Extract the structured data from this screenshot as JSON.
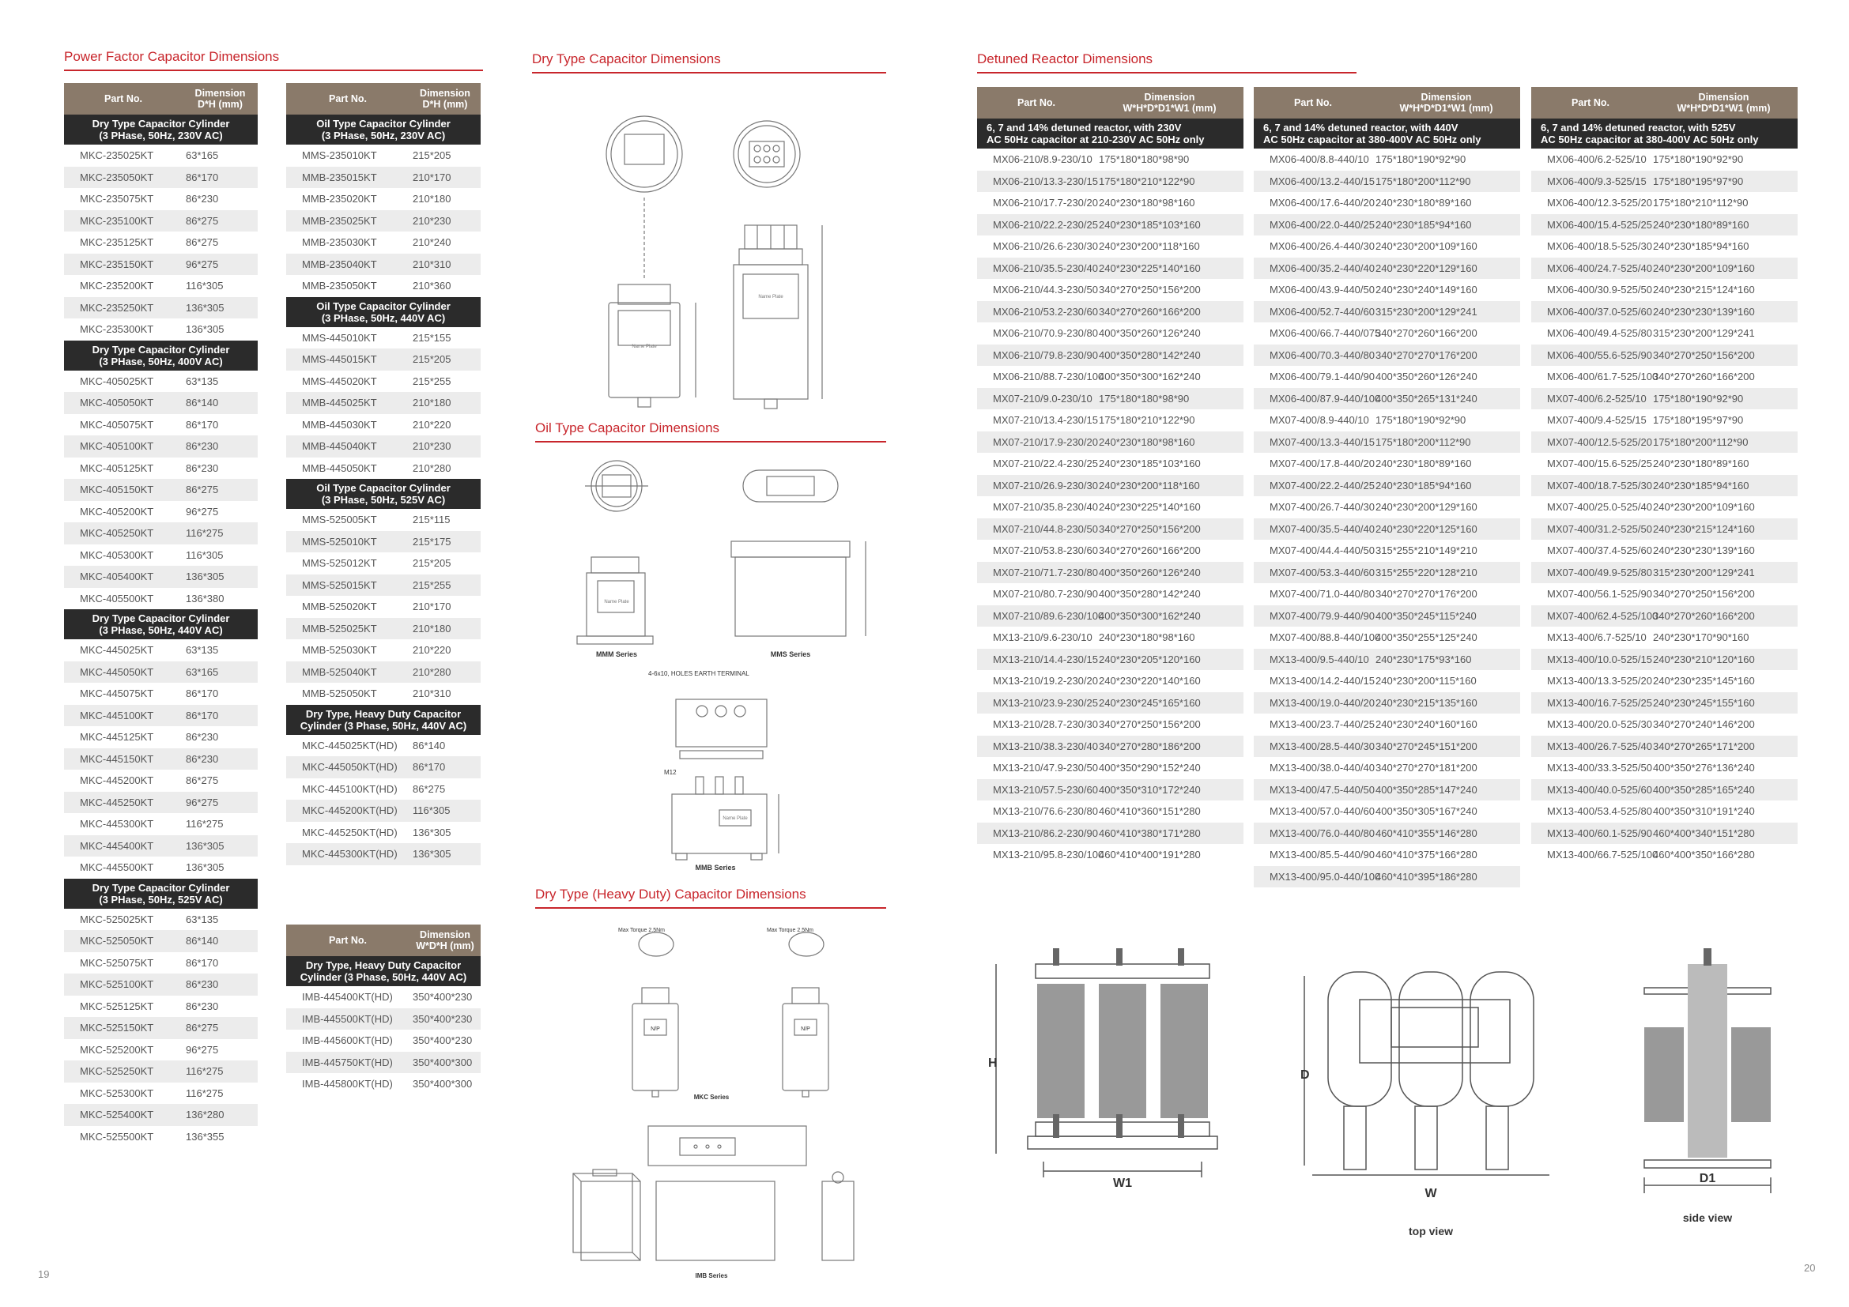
{
  "page_left": "19",
  "page_right": "20",
  "titles": {
    "pfc": "Power Factor Capacitor Dimensions",
    "dry": "Dry Type Capacitor Dimensions",
    "oil": "Oil Type Capacitor Dimensions",
    "heavy": "Dry Type (Heavy Duty) Capacitor Dimensions",
    "reactor": "Detuned Reactor Dimensions"
  },
  "headers": {
    "part_no": "Part No.",
    "dim_dh": "Dimension\nD*H (mm)",
    "dim_wdh": "Dimension\nW*D*H (mm)",
    "dim_reactor": "Dimension\nW*H*D*D1*W1 (mm)"
  },
  "table1": [
    {
      "group": "Dry Type Capacitor Cylinder\n(3 PHase, 50Hz, 230V AC)",
      "rows": [
        [
          "MKC-235025KT",
          "63*165"
        ],
        [
          "MKC-235050KT",
          "86*170"
        ],
        [
          "MKC-235075KT",
          "86*230"
        ],
        [
          "MKC-235100KT",
          "86*275"
        ],
        [
          "MKC-235125KT",
          "86*275"
        ],
        [
          "MKC-235150KT",
          "96*275"
        ],
        [
          "MKC-235200KT",
          "116*305"
        ],
        [
          "MKC-235250KT",
          "136*305"
        ],
        [
          "MKC-235300KT",
          "136*305"
        ]
      ]
    },
    {
      "group": "Dry Type Capacitor Cylinder\n(3 PHase, 50Hz, 400V AC)",
      "rows": [
        [
          "MKC-405025KT",
          "63*135"
        ],
        [
          "MKC-405050KT",
          "86*140"
        ],
        [
          "MKC-405075KT",
          "86*170"
        ],
        [
          "MKC-405100KT",
          "86*230"
        ],
        [
          "MKC-405125KT",
          "86*230"
        ],
        [
          "MKC-405150KT",
          "86*275"
        ],
        [
          "MKC-405200KT",
          "96*275"
        ],
        [
          "MKC-405250KT",
          "116*275"
        ],
        [
          "MKC-405300KT",
          "116*305"
        ],
        [
          "MKC-405400KT",
          "136*305"
        ],
        [
          "MKC-405500KT",
          "136*380"
        ]
      ]
    },
    {
      "group": "Dry Type Capacitor Cylinder\n(3 PHase, 50Hz, 440V AC)",
      "rows": [
        [
          "MKC-445025KT",
          "63*135"
        ],
        [
          "MKC-445050KT",
          "63*165"
        ],
        [
          "MKC-445075KT",
          "86*170"
        ],
        [
          "MKC-445100KT",
          "86*170"
        ],
        [
          "MKC-445125KT",
          "86*230"
        ],
        [
          "MKC-445150KT",
          "86*230"
        ],
        [
          "MKC-445200KT",
          "86*275"
        ],
        [
          "MKC-445250KT",
          "96*275"
        ],
        [
          "MKC-445300KT",
          "116*275"
        ],
        [
          "MKC-445400KT",
          "136*305"
        ],
        [
          "MKC-445500KT",
          "136*305"
        ]
      ]
    },
    {
      "group": "Dry Type Capacitor Cylinder\n(3 PHase, 50Hz, 525V AC)",
      "rows": [
        [
          "MKC-525025KT",
          "63*135"
        ],
        [
          "MKC-525050KT",
          "86*140"
        ],
        [
          "MKC-525075KT",
          "86*170"
        ],
        [
          "MKC-525100KT",
          "86*230"
        ],
        [
          "MKC-525125KT",
          "86*230"
        ],
        [
          "MKC-525150KT",
          "86*275"
        ],
        [
          "MKC-525200KT",
          "96*275"
        ],
        [
          "MKC-525250KT",
          "116*275"
        ],
        [
          "MKC-525300KT",
          "116*275"
        ],
        [
          "MKC-525400KT",
          "136*280"
        ],
        [
          "MKC-525500KT",
          "136*355"
        ]
      ]
    }
  ],
  "table2": [
    {
      "group": "Oil Type Capacitor Cylinder\n(3 PHase, 50Hz, 230V AC)",
      "rows": [
        [
          "MMS-235010KT",
          "215*205"
        ],
        [
          "MMB-235015KT",
          "210*170"
        ],
        [
          "MMB-235020KT",
          "210*180"
        ],
        [
          "MMB-235025KT",
          "210*230"
        ],
        [
          "MMB-235030KT",
          "210*240"
        ],
        [
          "MMB-235040KT",
          "210*310"
        ],
        [
          "MMB-235050KT",
          "210*360"
        ]
      ]
    },
    {
      "group": "Oil Type Capacitor Cylinder\n(3 PHase, 50Hz, 440V AC)",
      "rows": [
        [
          "MMS-445010KT",
          "215*155"
        ],
        [
          "MMS-445015KT",
          "215*205"
        ],
        [
          "MMS-445020KT",
          "215*255"
        ],
        [
          "MMB-445025KT",
          "210*180"
        ],
        [
          "MMB-445030KT",
          "210*220"
        ],
        [
          "MMB-445040KT",
          "210*230"
        ],
        [
          "MMB-445050KT",
          "210*280"
        ]
      ]
    },
    {
      "group": "Oil Type Capacitor Cylinder\n(3 PHase, 50Hz, 525V AC)",
      "rows": [
        [
          "MMS-525005KT",
          "215*115"
        ],
        [
          "MMS-525010KT",
          "215*175"
        ],
        [
          "MMS-525012KT",
          "215*205"
        ],
        [
          "MMS-525015KT",
          "215*255"
        ],
        [
          "MMB-525020KT",
          "210*170"
        ],
        [
          "MMB-525025KT",
          "210*180"
        ],
        [
          "MMB-525030KT",
          "210*220"
        ],
        [
          "MMB-525040KT",
          "210*280"
        ],
        [
          "MMB-525050KT",
          "210*310"
        ]
      ]
    },
    {
      "group": "Dry Type, Heavy Duty Capacitor\nCylinder (3 Phase, 50Hz, 440V AC)",
      "rows": [
        [
          "MKC-445025KT(HD)",
          "86*140"
        ],
        [
          "MKC-445050KT(HD)",
          "86*170"
        ],
        [
          "MKC-445100KT(HD)",
          "86*275"
        ],
        [
          "MKC-445200KT(HD)",
          "116*305"
        ],
        [
          "MKC-445250KT(HD)",
          "136*305"
        ],
        [
          "MKC-445300KT(HD)",
          "136*305"
        ]
      ]
    }
  ],
  "table3": [
    {
      "group": "Dry Type, Heavy Duty Capacitor\nCylinder (3 Phase, 50Hz, 440V AC)",
      "rows": [
        [
          "IMB-445400KT(HD)",
          "350*400*230"
        ],
        [
          "IMB-445500KT(HD)",
          "350*400*230"
        ],
        [
          "IMB-445600KT(HD)",
          "350*400*230"
        ],
        [
          "IMB-445750KT(HD)",
          "350*400*300"
        ],
        [
          "IMB-445800KT(HD)",
          "350*400*300"
        ]
      ]
    }
  ],
  "reactor1": [
    {
      "group": "6, 7 and 14% detuned reactor, with 230V\nAC 50Hz capacitor at 210-230V AC 50Hz only",
      "rows": [
        [
          "MX06-210/8.9-230/10",
          "175*180*180*98*90"
        ],
        [
          "MX06-210/13.3-230/15",
          "175*180*210*122*90"
        ],
        [
          "MX06-210/17.7-230/20",
          "240*230*180*98*160"
        ],
        [
          "MX06-210/22.2-230/25",
          "240*230*185*103*160"
        ],
        [
          "MX06-210/26.6-230/30",
          "240*230*200*118*160"
        ],
        [
          "MX06-210/35.5-230/40",
          "240*230*225*140*160"
        ],
        [
          "MX06-210/44.3-230/50",
          "340*270*250*156*200"
        ],
        [
          "MX06-210/53.2-230/60",
          "340*270*260*166*200"
        ],
        [
          "MX06-210/70.9-230/80",
          "400*350*260*126*240"
        ],
        [
          "MX06-210/79.8-230/90",
          "400*350*280*142*240"
        ],
        [
          "MX06-210/88.7-230/100",
          "400*350*300*162*240"
        ],
        [
          "MX07-210/9.0-230/10",
          "175*180*180*98*90"
        ],
        [
          "MX07-210/13.4-230/15",
          "175*180*210*122*90"
        ],
        [
          "MX07-210/17.9-230/20",
          "240*230*180*98*160"
        ],
        [
          "MX07-210/22.4-230/25",
          "240*230*185*103*160"
        ],
        [
          "MX07-210/26.9-230/30",
          "240*230*200*118*160"
        ],
        [
          "MX07-210/35.8-230/40",
          "240*230*225*140*160"
        ],
        [
          "MX07-210/44.8-230/50",
          "340*270*250*156*200"
        ],
        [
          "MX07-210/53.8-230/60",
          "340*270*260*166*200"
        ],
        [
          "MX07-210/71.7-230/80",
          "400*350*260*126*240"
        ],
        [
          "MX07-210/80.7-230/90",
          "400*350*280*142*240"
        ],
        [
          "MX07-210/89.6-230/100",
          "400*350*300*162*240"
        ],
        [
          "MX13-210/9.6-230/10",
          "240*230*180*98*160"
        ],
        [
          "MX13-210/14.4-230/15",
          "240*230*205*120*160"
        ],
        [
          "MX13-210/19.2-230/20",
          "240*230*220*140*160"
        ],
        [
          "MX13-210/23.9-230/25",
          "240*230*245*165*160"
        ],
        [
          "MX13-210/28.7-230/30",
          "340*270*250*156*200"
        ],
        [
          "MX13-210/38.3-230/40",
          "340*270*280*186*200"
        ],
        [
          "MX13-210/47.9-230/50",
          "400*350*290*152*240"
        ],
        [
          "MX13-210/57.5-230/60",
          "400*350*310*172*240"
        ],
        [
          "MX13-210/76.6-230/80",
          "460*410*360*151*280"
        ],
        [
          "MX13-210/86.2-230/90",
          "460*410*380*171*280"
        ],
        [
          "MX13-210/95.8-230/100",
          "460*410*400*191*280"
        ]
      ]
    }
  ],
  "reactor2": [
    {
      "group": "6, 7 and 14% detuned reactor, with 440V\nAC 50Hz capacitor at 380-400V AC 50Hz only",
      "rows": [
        [
          "MX06-400/8.8-440/10",
          "175*180*190*92*90"
        ],
        [
          "MX06-400/13.2-440/15",
          "175*180*200*112*90"
        ],
        [
          "MX06-400/17.6-440/20",
          "240*230*180*89*160"
        ],
        [
          "MX06-400/22.0-440/25",
          "240*230*185*94*160"
        ],
        [
          "MX06-400/26.4-440/30",
          "240*230*200*109*160"
        ],
        [
          "MX06-400/35.2-440/40",
          "240*230*220*129*160"
        ],
        [
          "MX06-400/43.9-440/50",
          "240*230*240*149*160"
        ],
        [
          "MX06-400/52.7-440/60",
          "315*230*200*129*241"
        ],
        [
          "MX06-400/66.7-440/075",
          "340*270*260*166*200"
        ],
        [
          "MX06-400/70.3-440/80",
          "340*270*270*176*200"
        ],
        [
          "MX06-400/79.1-440/90",
          "400*350*260*126*240"
        ],
        [
          "MX06-400/87.9-440/100",
          "400*350*265*131*240"
        ],
        [
          "MX07-400/8.9-440/10",
          "175*180*190*92*90"
        ],
        [
          "MX07-400/13.3-440/15",
          "175*180*200*112*90"
        ],
        [
          "MX07-400/17.8-440/20",
          "240*230*180*89*160"
        ],
        [
          "MX07-400/22.2-440/25",
          "240*230*185*94*160"
        ],
        [
          "MX07-400/26.7-440/30",
          "240*230*200*129*160"
        ],
        [
          "MX07-400/35.5-440/40",
          "240*230*220*125*160"
        ],
        [
          "MX07-400/44.4-440/50",
          "315*255*210*149*210"
        ],
        [
          "MX07-400/53.3-440/60",
          "315*255*220*128*210"
        ],
        [
          "MX07-400/71.0-440/80",
          "340*270*270*176*200"
        ],
        [
          "MX07-400/79.9-440/90",
          "400*350*245*115*240"
        ],
        [
          "MX07-400/88.8-440/100",
          "400*350*255*125*240"
        ],
        [
          "MX13-400/9.5-440/10",
          "240*230*175*93*160"
        ],
        [
          "MX13-400/14.2-440/15",
          "240*230*200*115*160"
        ],
        [
          "MX13-400/19.0-440/20",
          "240*230*215*135*160"
        ],
        [
          "MX13-400/23.7-440/25",
          "240*230*240*160*160"
        ],
        [
          "MX13-400/28.5-440/30",
          "340*270*245*151*200"
        ],
        [
          "MX13-400/38.0-440/40",
          "340*270*270*181*200"
        ],
        [
          "MX13-400/47.5-440/50",
          "400*350*285*147*240"
        ],
        [
          "MX13-400/57.0-440/60",
          "400*350*305*167*240"
        ],
        [
          "MX13-400/76.0-440/80",
          "460*410*355*146*280"
        ],
        [
          "MX13-400/85.5-440/90",
          "460*410*375*166*280"
        ],
        [
          "MX13-400/95.0-440/100",
          "460*410*395*186*280"
        ]
      ]
    }
  ],
  "reactor3": [
    {
      "group": "6, 7 and 14% detuned reactor, with 525V\nAC 50Hz capacitor at 380-400V AC 50Hz only",
      "rows": [
        [
          "MX06-400/6.2-525/10",
          "175*180*190*92*90"
        ],
        [
          "MX06-400/9.3-525/15",
          "175*180*195*97*90"
        ],
        [
          "MX06-400/12.3-525/20",
          "175*180*210*112*90"
        ],
        [
          "MX06-400/15.4-525/25",
          "240*230*180*89*160"
        ],
        [
          "MX06-400/18.5-525/30",
          "240*230*185*94*160"
        ],
        [
          "MX06-400/24.7-525/40",
          "240*230*200*109*160"
        ],
        [
          "MX06-400/30.9-525/50",
          "240*230*215*124*160"
        ],
        [
          "MX06-400/37.0-525/60",
          "240*230*230*139*160"
        ],
        [
          "MX06-400/49.4-525/80",
          "315*230*200*129*241"
        ],
        [
          "MX06-400/55.6-525/90",
          "340*270*250*156*200"
        ],
        [
          "MX06-400/61.7-525/100",
          "340*270*260*166*200"
        ],
        [
          "MX07-400/6.2-525/10",
          "175*180*190*92*90"
        ],
        [
          "MX07-400/9.4-525/15",
          "175*180*195*97*90"
        ],
        [
          "MX07-400/12.5-525/20",
          "175*180*200*112*90"
        ],
        [
          "MX07-400/15.6-525/25",
          "240*230*180*89*160"
        ],
        [
          "MX07-400/18.7-525/30",
          "240*230*185*94*160"
        ],
        [
          "MX07-400/25.0-525/40",
          "240*230*200*109*160"
        ],
        [
          "MX07-400/31.2-525/50",
          "240*230*215*124*160"
        ],
        [
          "MX07-400/37.4-525/60",
          "240*230*230*139*160"
        ],
        [
          "MX07-400/49.9-525/80",
          "315*230*200*129*241"
        ],
        [
          "MX07-400/56.1-525/90",
          "340*270*250*156*200"
        ],
        [
          "MX07-400/62.4-525/100",
          "340*270*260*166*200"
        ],
        [
          "MX13-400/6.7-525/10",
          "240*230*170*90*160"
        ],
        [
          "MX13-400/10.0-525/15",
          "240*230*210*120*160"
        ],
        [
          "MX13-400/13.3-525/20",
          "240*230*235*145*160"
        ],
        [
          "MX13-400/16.7-525/25",
          "240*230*245*155*160"
        ],
        [
          "MX13-400/20.0-525/30",
          "340*270*240*146*200"
        ],
        [
          "MX13-400/26.7-525/40",
          "340*270*265*171*200"
        ],
        [
          "MX13-400/33.3-525/50",
          "400*350*276*136*240"
        ],
        [
          "MX13-400/40.0-525/60",
          "400*350*285*165*240"
        ],
        [
          "MX13-400/53.4-525/80",
          "400*350*310*191*240"
        ],
        [
          "MX13-400/60.1-525/90",
          "460*400*340*151*280"
        ],
        [
          "MX13-400/66.7-525/100",
          "460*400*350*166*280"
        ]
      ]
    }
  ],
  "drawing_labels": {
    "mmm_series": "MMM Series",
    "mms_series": "MMS Series",
    "mmb_series": "MMB Series",
    "mkc_series": "MKC Series",
    "imb_series": "IMB Series",
    "name_plate": "Name Plate",
    "np": "N/P",
    "earth_terminal": "4-6x10, HOLES EARTH TERMINAL",
    "max_torque": "Max Torque 2.5Nm",
    "m12": "M12",
    "h": "H",
    "d": "D",
    "w": "W",
    "w1": "W1",
    "d1": "D1",
    "top_view": "top view",
    "side_view": "side view"
  },
  "colors": {
    "accent_red": "#c8262c",
    "header_brown": "#8a7a6a",
    "group_dark": "#2b2b2b",
    "row_shade": "#ececec"
  }
}
